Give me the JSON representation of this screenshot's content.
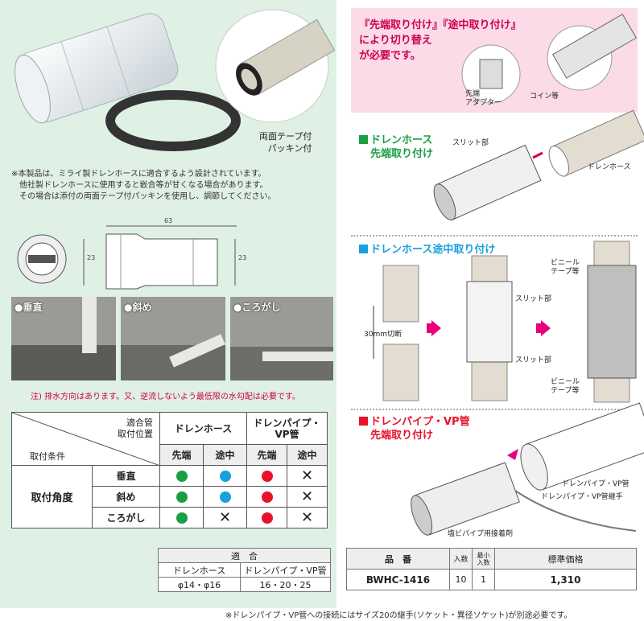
{
  "left": {
    "tape_label": [
      "両面テープ付",
      "パッキン付"
    ],
    "notes": [
      "※本製品は、ミライ製ドレンホースに適合するよう設計されています。",
      "　他社製ドレンホースに使用すると嵌合等が甘くなる場合があります。",
      "　その場合は添付の両面テープ付パッキンを使用し、調節してください。"
    ],
    "dims": {
      "length": "63",
      "d1": "23",
      "d2": "23"
    },
    "photos": [
      "●垂直",
      "●斜め",
      "●ころがし"
    ],
    "drain_note": "注) 排水方向はあります。又、逆流しないよう最低限の水勾配は必要です。"
  },
  "compat": {
    "header_top_left": [
      "適合管",
      "取付位置"
    ],
    "header_cond": "取付条件",
    "col_hose": "ドレンホース",
    "col_pipe": "ドレンパイプ・VP管",
    "sub_cols": [
      "先端",
      "途中",
      "先端",
      "途中"
    ],
    "group_label": "取付角度",
    "rows": [
      {
        "label": "垂直",
        "cells": [
          "green",
          "blue",
          "red",
          "x"
        ]
      },
      {
        "label": "斜め",
        "cells": [
          "green",
          "blue",
          "red",
          "x"
        ]
      },
      {
        "label": "ころがし",
        "cells": [
          "green",
          "x",
          "red",
          "x"
        ]
      }
    ],
    "colors": {
      "green": "#1a9e44",
      "blue": "#1aa0dc",
      "red": "#e8132a"
    },
    "x_mark": "✕"
  },
  "size": {
    "title": "適　合",
    "col1": "ドレンホース",
    "col2": "ドレンパイプ・VP管",
    "val1": "φ14・φ16",
    "val2": "16・20・25"
  },
  "right": {
    "pink_text": [
      "『先端取り付け』『途中取り付け』",
      "により切り替え",
      "が必要です。"
    ],
    "pink_labels": {
      "adapter": "先端\nアダプター",
      "coin": "コイン等"
    },
    "sec1": {
      "title": [
        "ドレンホース",
        "先端取り付け"
      ],
      "slit": "スリット部",
      "hose": "ドレンホース",
      "color": "#1a9e44"
    },
    "sec2": {
      "title": "ドレンホース途中取り付け",
      "color": "#1aa0dc",
      "cut": "30mm切断",
      "slit1": "スリット部",
      "slit2": "スリット部",
      "vinyl1": [
        "ビニール",
        "テープ等"
      ],
      "vinyl2": [
        "ビニール",
        "テープ等"
      ]
    },
    "sec3": {
      "title": [
        "ドレンパイプ・VP管",
        "先端取り付け"
      ],
      "color": "#e8132a",
      "pipe": "ドレンパイプ・VP管",
      "joint": "ドレンパイプ・VP管継手",
      "glue": "塩ビパイプ用接着剤"
    }
  },
  "price": {
    "headers": [
      "品　番",
      "入数",
      "最小\n入数",
      "標準価格"
    ],
    "row": [
      "BWHC-1416",
      "10",
      "1",
      "1,310"
    ]
  },
  "footer": "※ドレンパイプ・VP管への接続にはサイズ20の継手(ソケット・異径ソケット)が別途必要です。"
}
